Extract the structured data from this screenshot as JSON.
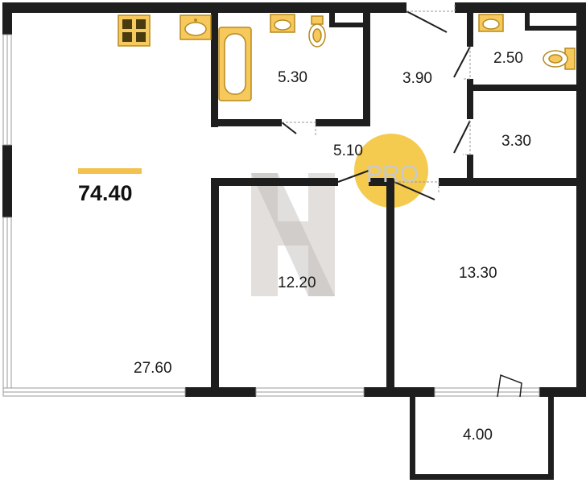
{
  "plan": {
    "total_area": "74.40",
    "rooms": {
      "living": "27.60",
      "bathroom": "5.30",
      "closet": "3.90",
      "wc": "2.50",
      "storage": "3.30",
      "hall": "5.10",
      "bedroom_1": "12.20",
      "bedroom_2": "13.30",
      "balcony": "4.00"
    },
    "watermark": "PRO"
  },
  "colors": {
    "wall": "#1e1e1e",
    "fixture_fill": "#f7c85c",
    "fixture_stroke": "#b58a1e",
    "accent_bar": "#f2c14e",
    "logo_circle": "#f2c230",
    "logo_gray": "#d8d4d2",
    "window": "#9a9a9a"
  }
}
